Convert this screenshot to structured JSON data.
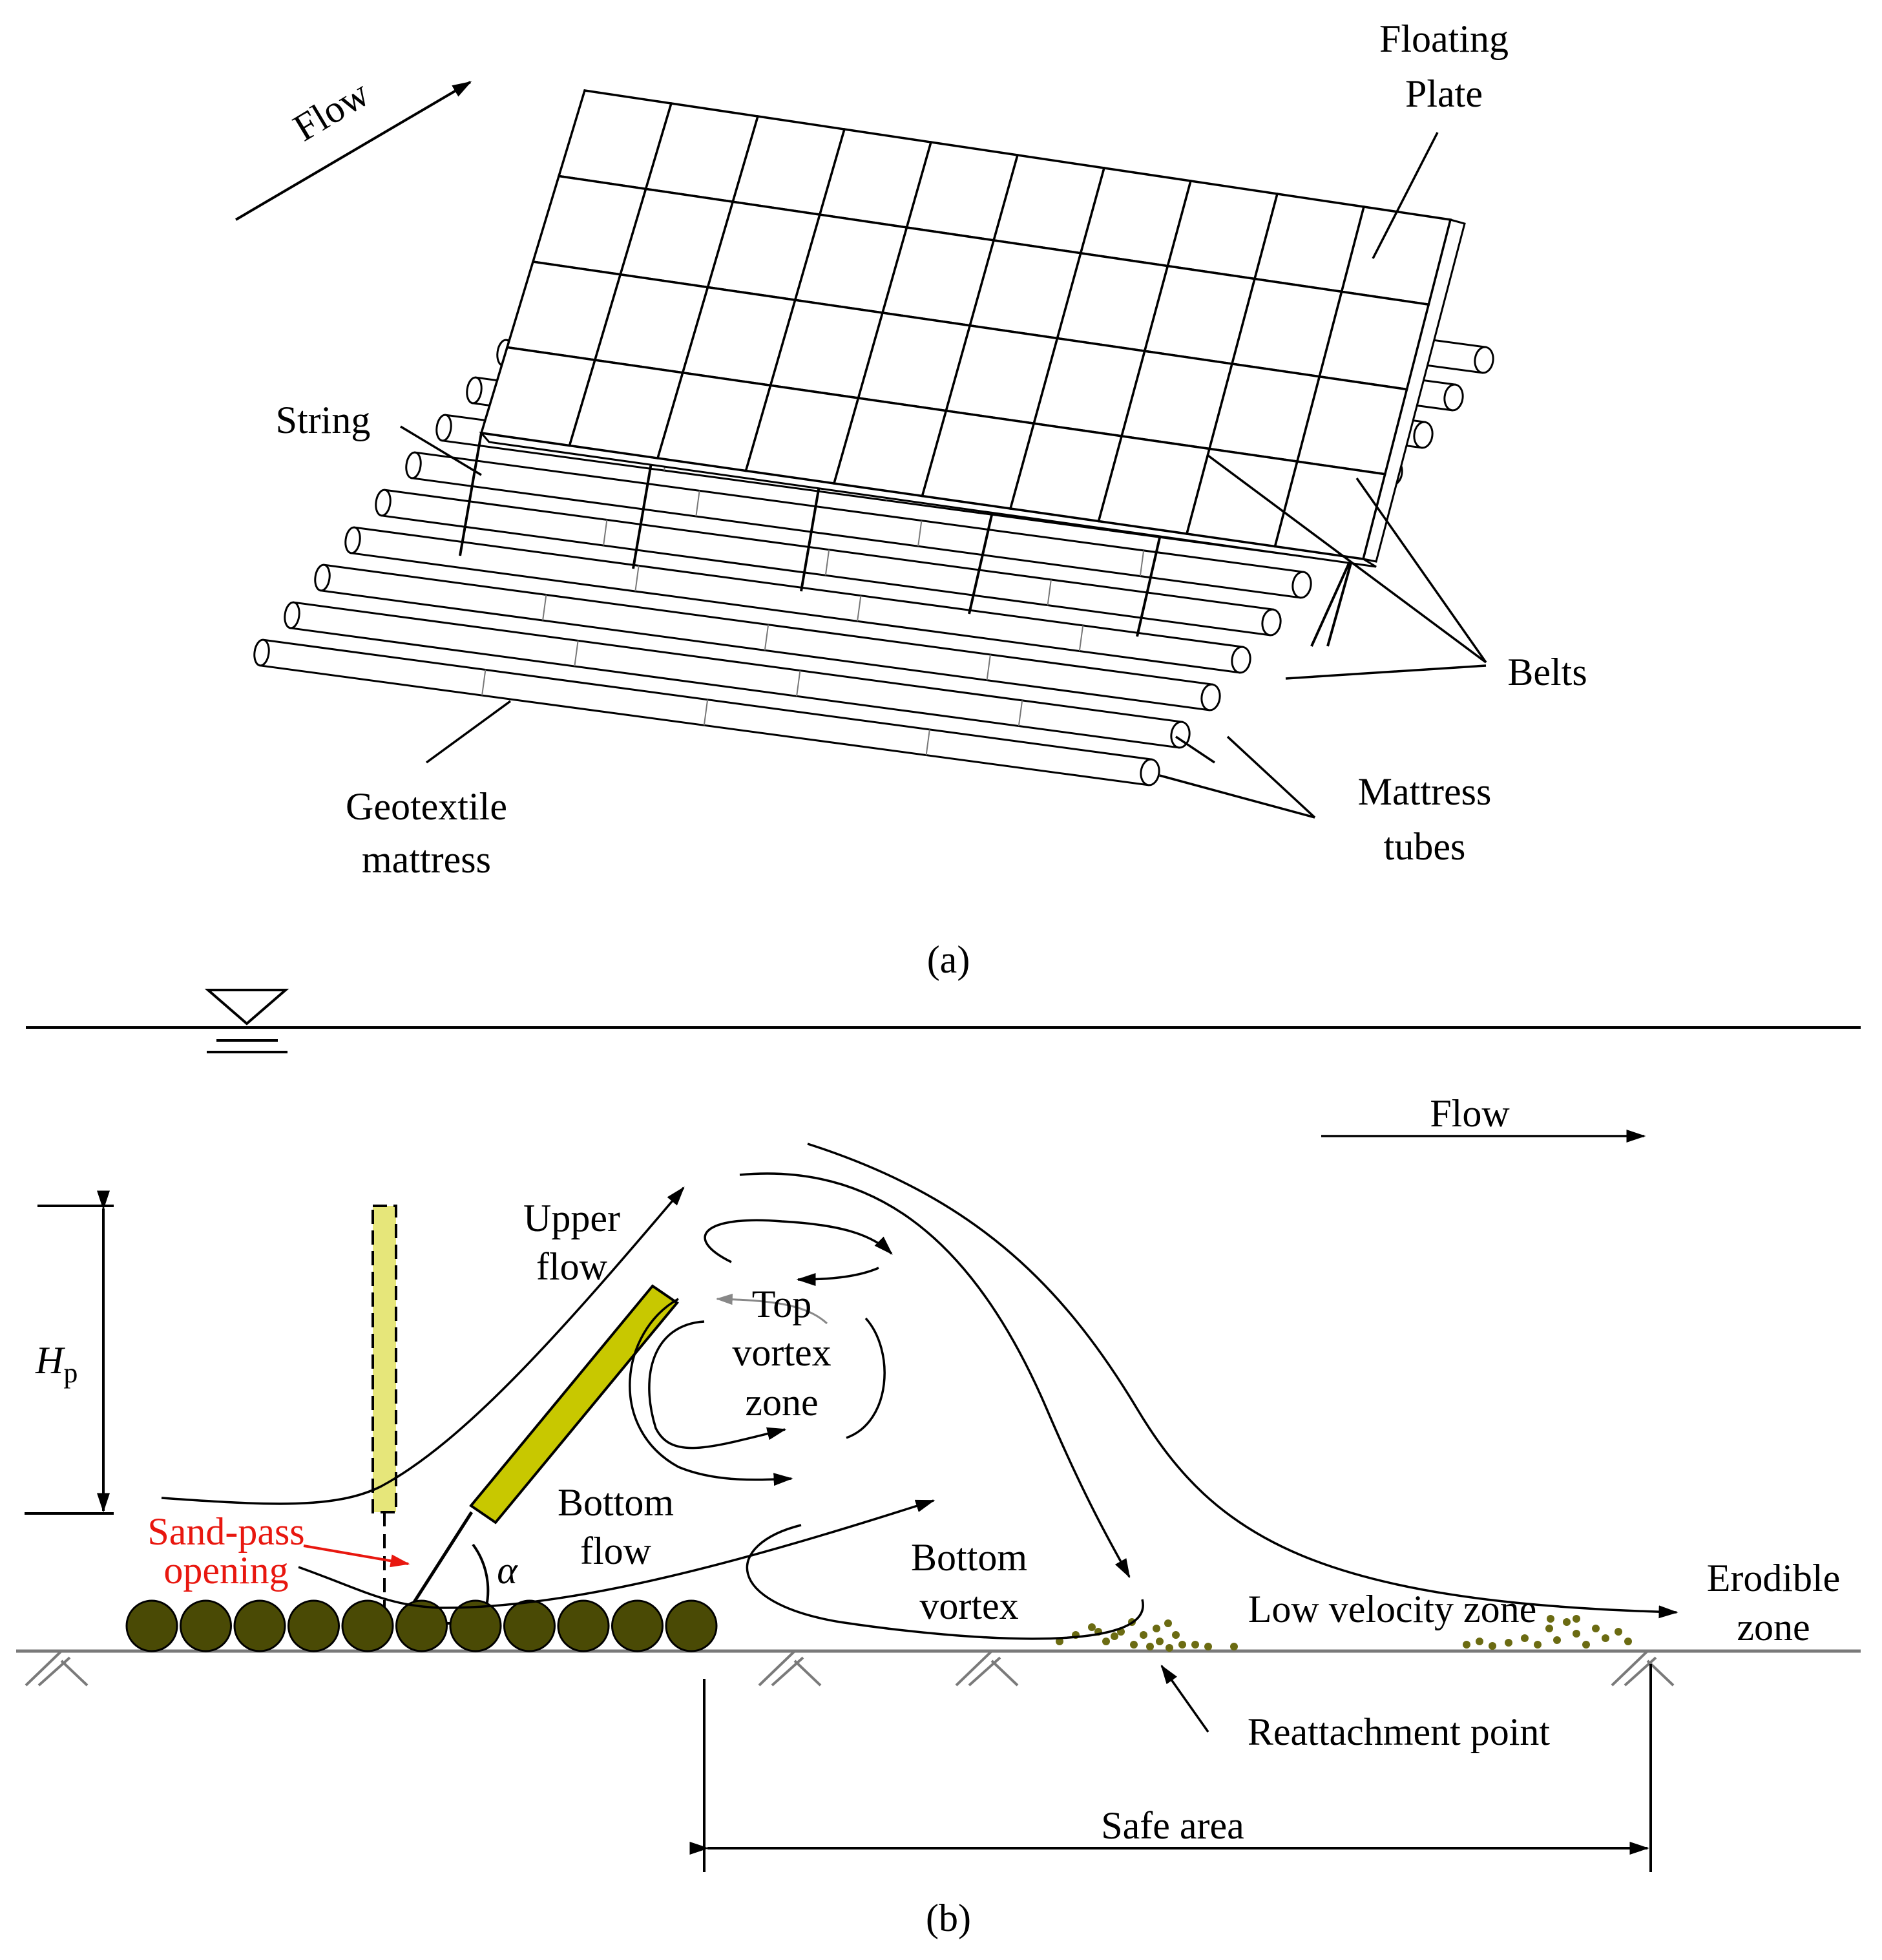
{
  "panel_a": {
    "caption": "(a)",
    "flow": "Flow",
    "floating_plate": [
      "Floating",
      "Plate"
    ],
    "string": "String",
    "belts": "Belts",
    "geotextile_mattress": [
      "Geotextile",
      "mattress"
    ],
    "mattress_tubes": [
      "Mattress",
      "tubes"
    ]
  },
  "panel_b": {
    "caption": "(b)",
    "flow": "Flow",
    "hp_symbol": "H",
    "hp_subscript": "p",
    "upper_flow": [
      "Upper",
      "flow"
    ],
    "top_vortex_zone": [
      "Top",
      "vortex",
      "zone"
    ],
    "bottom_flow": [
      "Bottom",
      "flow"
    ],
    "bottom_vortex": [
      "Bottom",
      "vortex"
    ],
    "sand_pass_opening": [
      "Sand-pass",
      "opening"
    ],
    "alpha": "α",
    "low_velocity_zone": "Low velocity zone",
    "erodible_zone": [
      "Erodible",
      "zone"
    ],
    "reattachment_point": "Reattachment point",
    "safe_area": "Safe area"
  },
  "colors": {
    "plate_fill": "#c8c800",
    "plate_vertical_fill": "#e6e67a",
    "tube_fill": "#4a4a05",
    "sediment": "#6b6b12",
    "annotation_red": "#e8170f",
    "ground": "#7a7a7a"
  }
}
